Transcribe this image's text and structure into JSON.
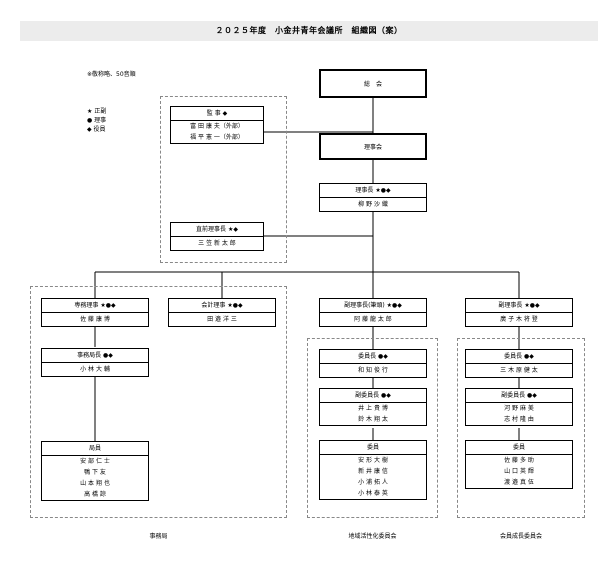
{
  "header": {
    "title": "２０２５年度　小金井青年会議所　組織図（案）"
  },
  "notes": {
    "honorific": "※敬称略、50音順",
    "legend": [
      {
        "symbol": "★",
        "label": "正副"
      },
      {
        "symbol": "●",
        "label": "理事"
      },
      {
        "symbol": "◆",
        "label": "役員"
      }
    ]
  },
  "top": {
    "general_assembly": "総　会",
    "board": "理事会"
  },
  "auditors": {
    "role": "監 事 ◆",
    "members": [
      "富 田 康 夫（外部）",
      "福 平 憲 一（外部）"
    ]
  },
  "president": {
    "role": "理事長 ★●◆",
    "name": "柳 野 沙 織"
  },
  "past_president": {
    "role": "直前理事長 ★◆",
    "name": "三 笠 新 太 郎"
  },
  "secretariat": {
    "label": "事務局",
    "managing_director": {
      "role": "専務理事 ★●◆",
      "name": "佐 藤 康 博"
    },
    "treasurer": {
      "role": "会計理事 ★●◆",
      "name": "田 邉 洋 三"
    },
    "office_chief": {
      "role": "事務局長 ●◆",
      "name": "小 林 大 輔"
    },
    "staff": {
      "role": "局員",
      "members": [
        "安 部 仁 士",
        "鴨 下 友",
        "山 本 翔 也",
        "高 橋 諒"
      ]
    }
  },
  "regional": {
    "label": "地域活性化委員会",
    "vp": {
      "role": "副理事長(筆頭) ★●◆",
      "name": "阿 藤 龍 太 郎"
    },
    "chair": {
      "role": "委員長 ●◆",
      "name": "和 知 俊 行"
    },
    "vice_chair": {
      "role": "副委員長 ●◆",
      "members": [
        "井 上 貴 博",
        "鈴 木 翔 太"
      ]
    },
    "members": {
      "role": "委員",
      "members": [
        "安 形 大 樹",
        "新 井 康 信",
        "小 浦 拓 人",
        "小 林 泰 英"
      ]
    }
  },
  "membership": {
    "label": "会員成長委員会",
    "vp": {
      "role": "副理事長 ★●◆",
      "name": "廣 子 木 将 登"
    },
    "chair": {
      "role": "委員長 ●◆",
      "name": "三 木 原 健 太"
    },
    "vice_chair": {
      "role": "副委員長 ●◆",
      "members": [
        "河 野 麻 美",
        "志 村 隆 由"
      ]
    },
    "members": {
      "role": "委員",
      "members": [
        "佐 藤 多 助",
        "山 口 英 輝",
        "渡 邉 真 伍"
      ]
    }
  }
}
